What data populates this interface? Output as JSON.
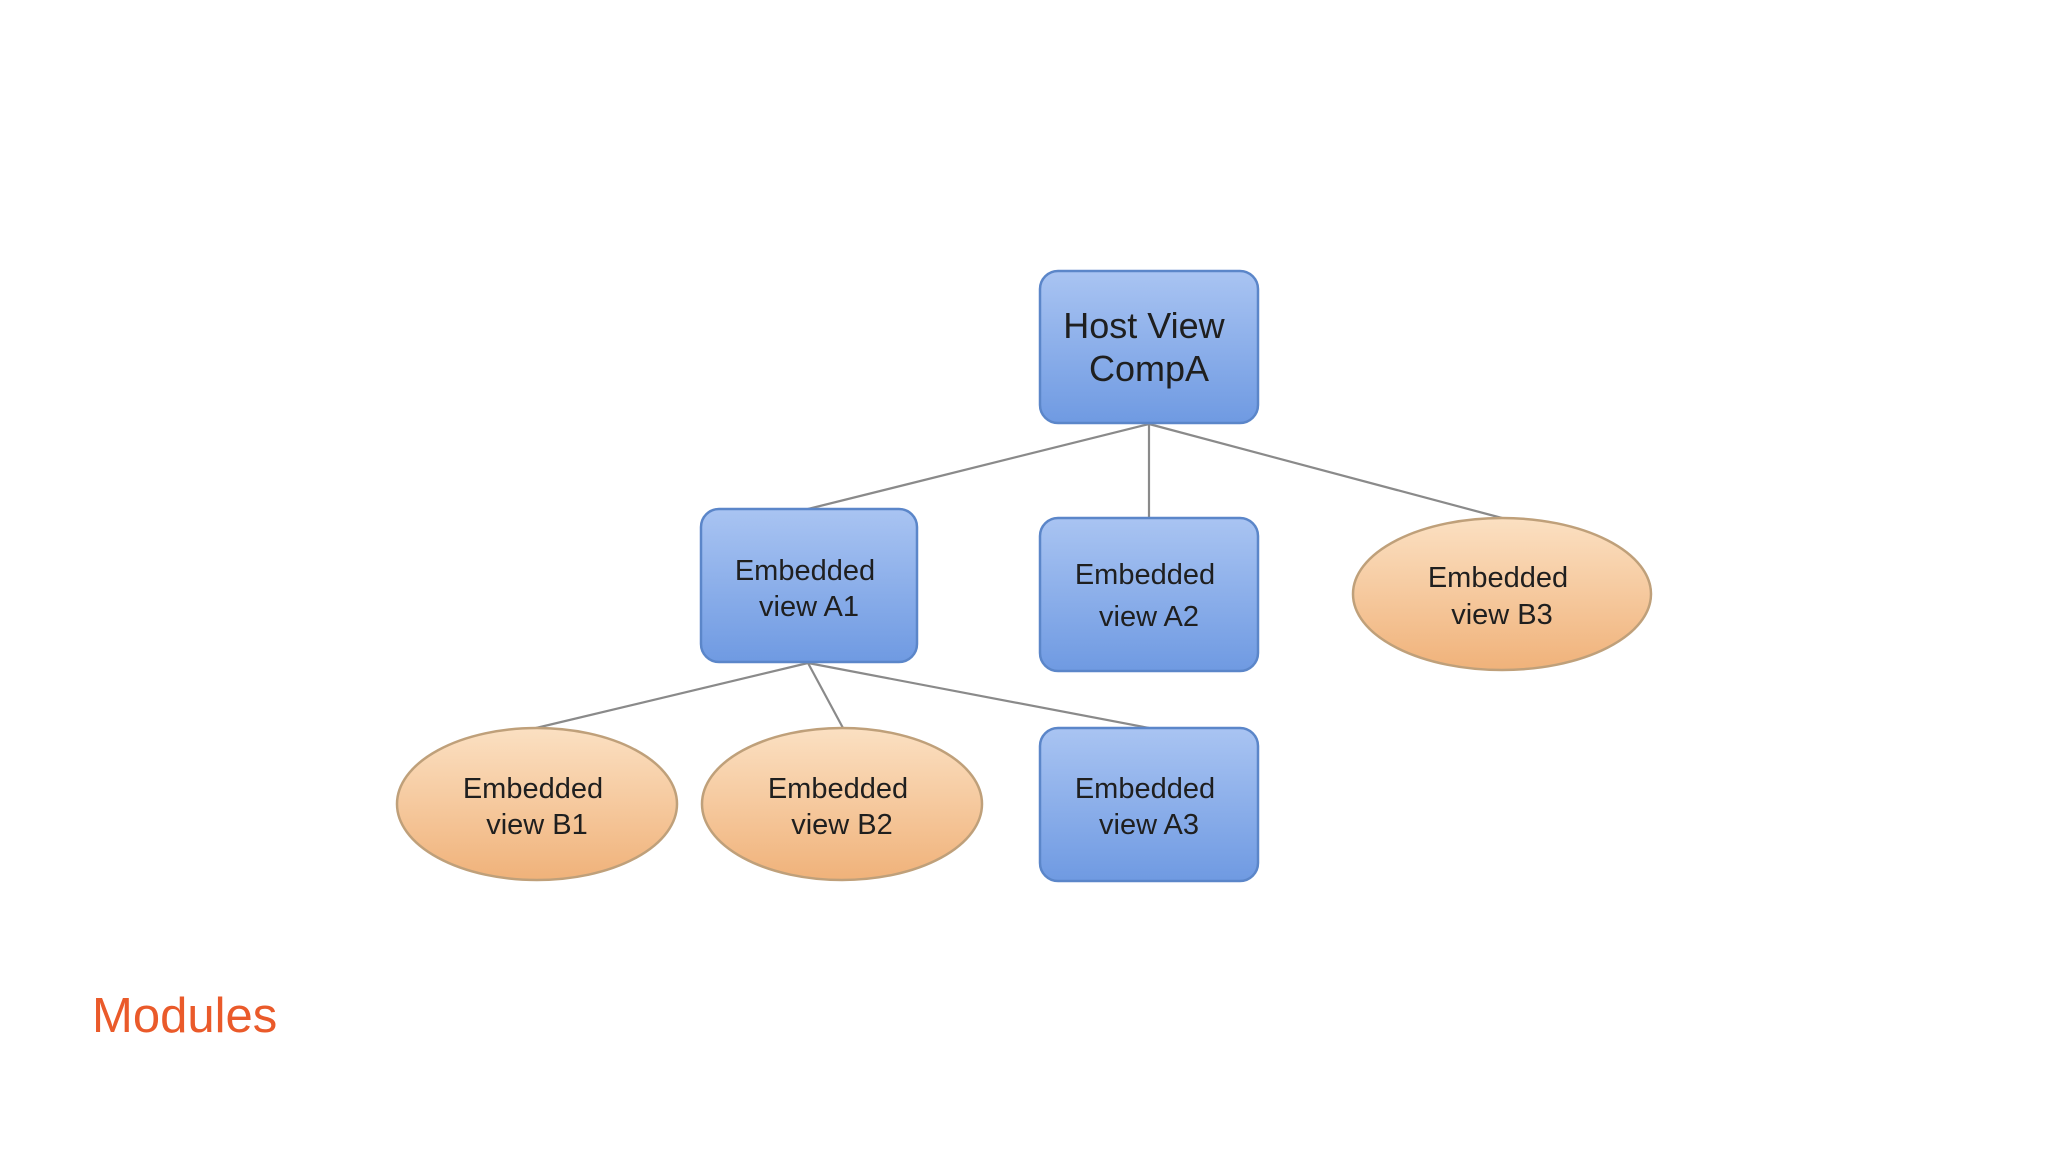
{
  "nodes": {
    "host": {
      "lines": [
        "Host View",
        "CompA"
      ]
    },
    "a1": {
      "lines": [
        "Embedded",
        "view A1"
      ]
    },
    "a2": {
      "lines": [
        "Embedded",
        "view A2"
      ]
    },
    "b3": {
      "lines": [
        "Embedded",
        "view B3"
      ]
    },
    "b1": {
      "lines": [
        "Embedded",
        "view B1"
      ]
    },
    "b2": {
      "lines": [
        "Embedded",
        "view B2"
      ]
    },
    "a3": {
      "lines": [
        "Embedded",
        "view A3"
      ]
    }
  },
  "footer": {
    "title": "Modules"
  },
  "colors": {
    "accent": "#ea5a2a",
    "rect_fill_top": "#a9c4f2",
    "rect_fill_bottom": "#6f9ae2",
    "ellipse_fill_top": "#fbe0c2",
    "ellipse_fill_bottom": "#f0b27a"
  }
}
